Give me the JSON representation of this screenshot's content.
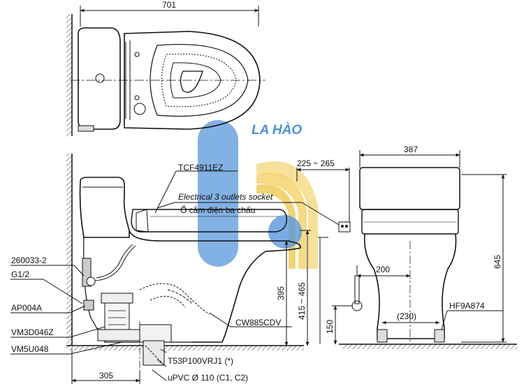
{
  "top_view": {
    "width_dim": "701"
  },
  "side_view": {
    "parts": {
      "seat": "TCF4911EZ",
      "socket_en": "Electrical 3 outlets socket",
      "socket_vi": "Ổ cắm điện ba chấu",
      "part_260033": "260033-2",
      "g12": "G1/2",
      "ap004a": "AP004A",
      "vm3d": "VM3D046Z",
      "vm5u": "VM5U048",
      "bowl": "CW885CDV",
      "t53": "T53P100VRJ1 (*)",
      "upvc": "uPVC Ø 110 (C1, C2)"
    },
    "dims": {
      "d305": "305",
      "d395": "395",
      "d415": "415 ~ 465"
    }
  },
  "front_view": {
    "dims": {
      "d225": "225 ~ 265",
      "d387": "387",
      "d645": "645",
      "d200": "200",
      "d150": "150",
      "d230": "(230)"
    },
    "hf": "HF9A874"
  },
  "watermark": {
    "text": "LA HÀO",
    "colors": {
      "blue": "#2f7fd0",
      "yellow": "#f4d36a",
      "text": "#2d7fd6"
    }
  }
}
